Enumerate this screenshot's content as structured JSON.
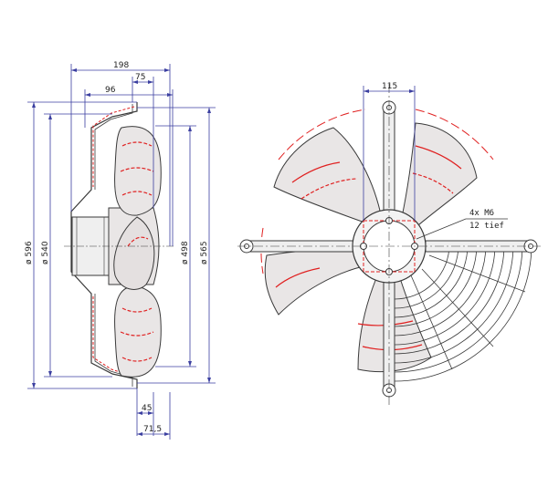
{
  "drawing": {
    "side_view": {
      "dim_depth_total": "198",
      "dim_depth_75": "75",
      "dim_depth_96": "96",
      "dim_dia_596": "ø 596",
      "dim_dia_540": "ø 540",
      "dim_dia_498": "ø 498",
      "dim_dia_565": "ø 565",
      "dim_bottom_45": "45",
      "dim_bottom_71_5": "71,5"
    },
    "front_view": {
      "dim_hub_115": "115",
      "note_thread": "4x M6",
      "note_depth": "12 tief"
    },
    "colors": {
      "line": "#3a3a3a",
      "blade_fill": "#e9e6e6",
      "dimension": "#3b3fa0",
      "hidden": "#e02020"
    }
  }
}
